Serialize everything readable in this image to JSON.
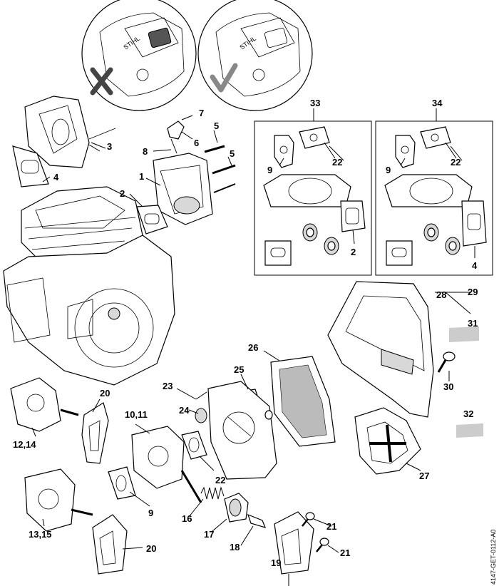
{
  "diagram": {
    "code": "4147-GET-0112-A0",
    "callouts": {
      "n1": "1",
      "n2a": "2",
      "n2b": "2",
      "n3": "3",
      "n4a": "4",
      "n4b": "4",
      "n5a": "5",
      "n5b": "5",
      "n6": "6",
      "n7": "7",
      "n8": "8",
      "n9a": "9",
      "n9b": "9",
      "n9c": "9",
      "n1011": "10,11",
      "n1214": "12,14",
      "n1315": "13,15",
      "n16": "16",
      "n17": "17",
      "n18": "18",
      "n19": "19",
      "n20a": "20",
      "n20b": "20",
      "n21a": "21",
      "n21b": "21",
      "n22a": "22",
      "n22b": "22",
      "n22c": "22",
      "n23": "23",
      "n24": "24",
      "n25": "25",
      "n26": "26",
      "n27": "27",
      "n28": "28",
      "n29": "29",
      "n30": "30",
      "n31": "31",
      "n32": "32",
      "n33": "33",
      "n34": "34"
    },
    "brand_text": "STIHL",
    "icons": {
      "wrong": "cross-mark-icon",
      "right": "check-mark-icon"
    }
  }
}
